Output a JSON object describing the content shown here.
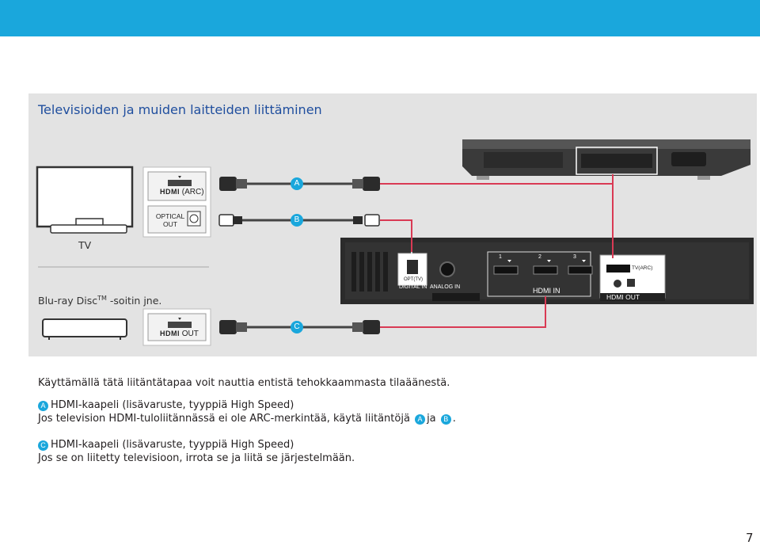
{
  "section": {
    "title": "Televisioiden ja muiden laitteiden liittäminen"
  },
  "diagram": {
    "tv_label": "TV",
    "player_label_prefix": "Blu-ray Disc",
    "player_label_tm": "TM",
    "player_label_suffix": " -soitin jne.",
    "tv_hdmi_port_logo": "HDMI",
    "tv_hdmi_port_text": "(ARC)",
    "tv_optical_line1": "OPTICAL",
    "tv_optical_line2": "OUT",
    "player_hdmi_logo": "HDMI",
    "player_hdmi_text": "OUT",
    "cable_a": "A",
    "cable_b": "B",
    "cable_c": "C",
    "rear_optical_label": "OPT(TV)",
    "rear_digital_in": "DIGITAL IN",
    "rear_analog_in": "ANALOG IN",
    "rear_hdmi_in": "HDMI IN",
    "rear_hdmi_out": "HDMI OUT",
    "rear_tv_arc": "TV(ARC)",
    "rear_port_1": "1",
    "rear_port_2": "2",
    "rear_port_3": "3"
  },
  "text": {
    "intro": "Käyttämällä tätä liitäntätapaa voit nauttia entistä tehokkaammasta tilaäänestä.",
    "a_badge": "A",
    "a_title": "HDMI-kaapeli (lisävaruste, tyyppiä High Speed)",
    "a_note_prefix": "Jos television HDMI-tuloliitännässä ei ole ARC-merkintää, käytä liitäntöjä",
    "a_note_badge1": "A",
    "a_note_mid": "ja",
    "a_note_badge2": "B",
    "a_note_suffix": ".",
    "c_badge": "C",
    "c_title": "HDMI-kaapeli (lisävaruste, tyyppiä High Speed)",
    "c_note": "Jos se on liitetty televisioon, irrota se ja liitä se järjestelmään."
  },
  "colors": {
    "accent": "#1aa7dc",
    "title_blue": "#1f4e9e",
    "panel_gray": "#e3e3e3",
    "device_dark": "#2b2b2b"
  },
  "page": {
    "number": "7"
  }
}
